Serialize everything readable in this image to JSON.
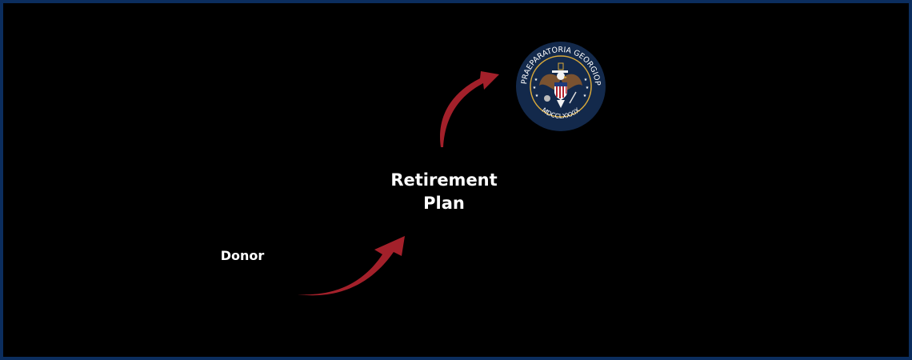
{
  "diagram": {
    "nodes": {
      "donor": {
        "label": "Donor"
      },
      "retirement_plan": {
        "label_line1": "Retirement",
        "label_line2": "Plan"
      },
      "school_seal": {
        "ring_text": "SCHOLA PRAEPARATORIA GEORGIOPOLITANA",
        "year_text": "MDCCLXXXIX"
      }
    },
    "edges": [
      {
        "from": "donor",
        "to": "retirement_plan"
      },
      {
        "from": "retirement_plan",
        "to": "school_seal"
      }
    ],
    "colors": {
      "background": "#000000",
      "border": "#0b2d5e",
      "arrow": "#a3202a",
      "text": "#ffffff",
      "seal_navy": "#13294b",
      "seal_gold": "#d9a93a"
    }
  }
}
